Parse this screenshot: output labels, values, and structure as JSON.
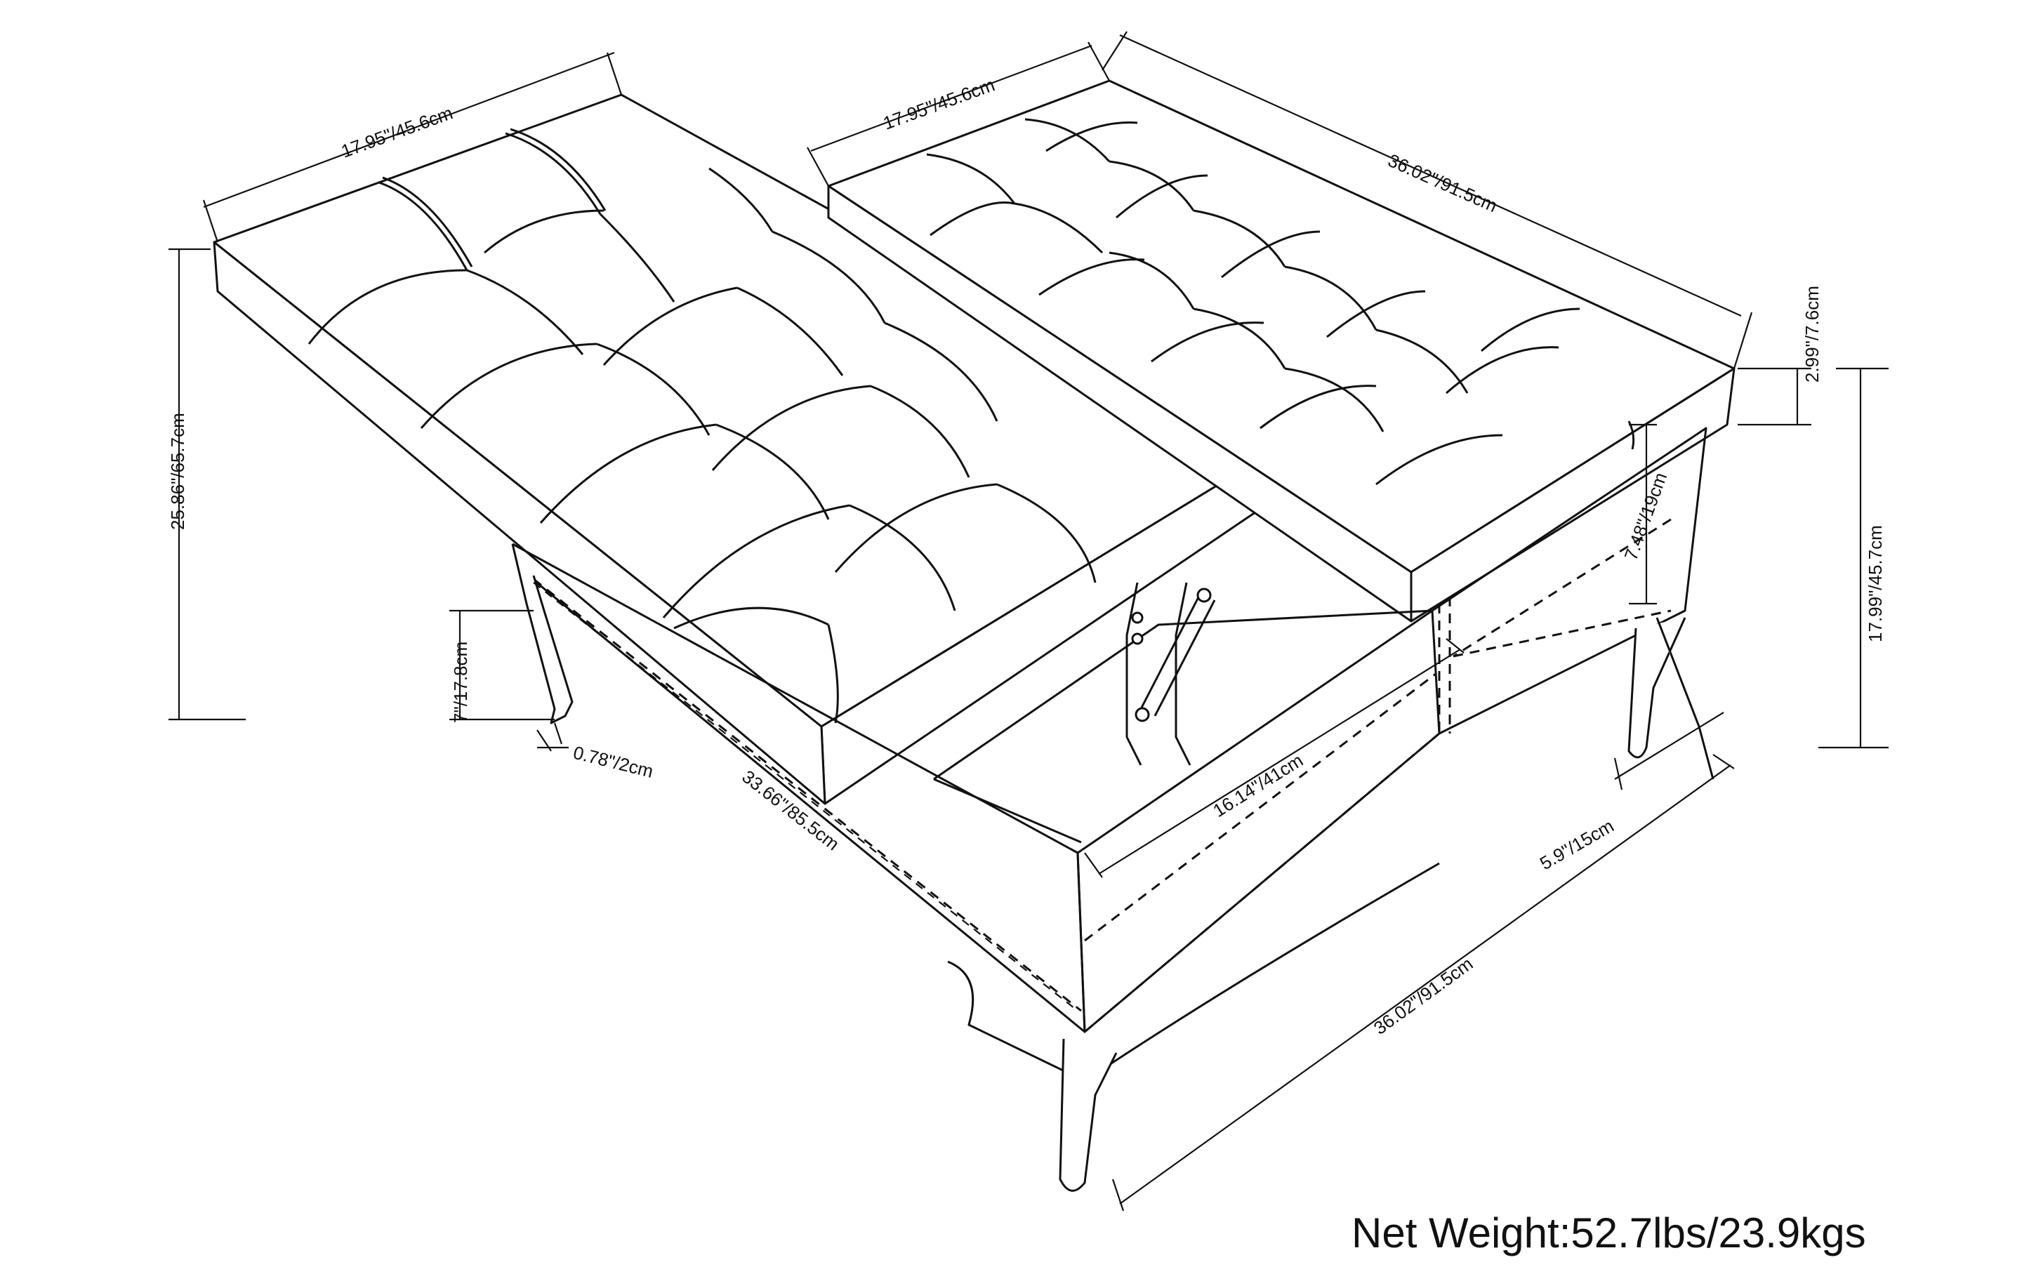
{
  "dimensions": {
    "lid_left_width": "17.95\"/45.6cm",
    "lid_right_width": "17.95\"/45.6cm",
    "top_length": "36.02\"/91.5cm",
    "lid_thickness": "2.99\"/7.6cm",
    "storage_depth": "7.48\"/19cm",
    "seat_height": "17.99\"/45.7cm",
    "raised_height": "25.86\"/65.7cm",
    "leg_height": "7\"/17.8cm",
    "leg_width": "0.78\"/2cm",
    "side_depth": "33.66\"/85.5cm",
    "inner_width": "16.14\"/41cm",
    "leg_inset": "5.9\"/15cm",
    "bottom_length": "36.02\"/91.5cm"
  },
  "net_weight": "Net Weight:52.7lbs/23.9kgs",
  "colors": {
    "line": "#111111",
    "background": "#ffffff"
  }
}
